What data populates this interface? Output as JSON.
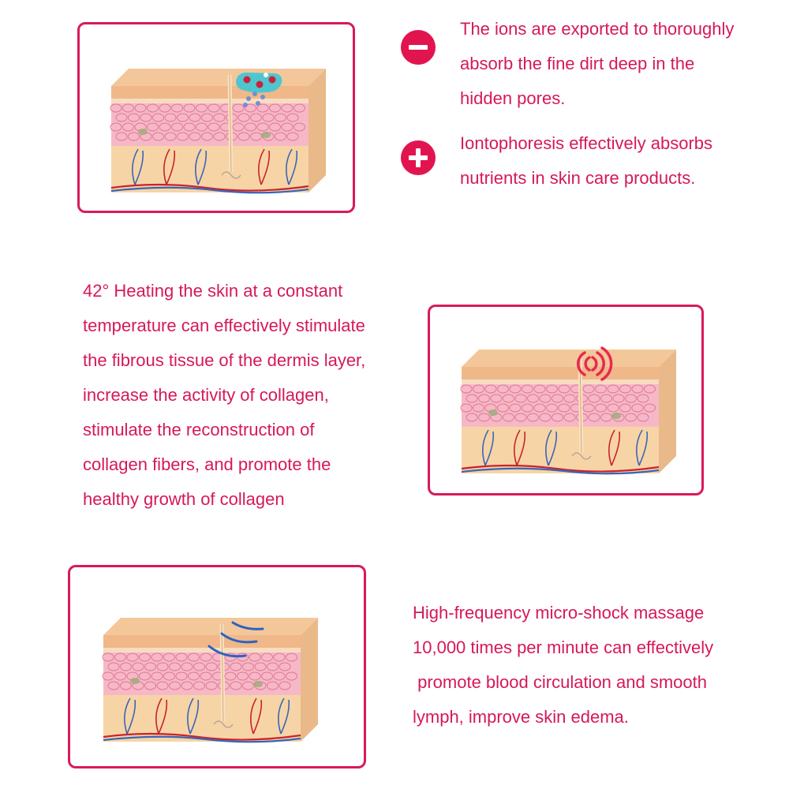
{
  "palette": {
    "accent": "#d9195c",
    "text": "#d6185a",
    "sign": "#e2144f",
    "epidermis": "#f0b888",
    "dermis": "#f6b8c6",
    "cell_line": "#e07a96",
    "subcutis": "#f7d4a6",
    "artery": "#c8232c",
    "vein": "#3a66b8",
    "ion_cyan": "#4fc6cf",
    "ion_red": "#c8233c",
    "ion_blue": "#6f8fd4",
    "heat_wave": "#e8294e",
    "shock_wave": "#2c62c2"
  },
  "sections": [
    {
      "id": "ion",
      "icons": [
        "ion-droplet-icon",
        "minus-icon",
        "plus-icon"
      ],
      "items": [
        {
          "sign": "minus",
          "text": "The ions are exported to thoroughly\nabsorb the fine dirt deep in the\nhidden pores."
        },
        {
          "sign": "plus",
          "text": "Iontophoresis effectively absorbs\nnutrients in skin care products."
        }
      ]
    },
    {
      "id": "heating",
      "icons": [
        "heat-wave-icon"
      ],
      "text": "42° Heating the skin at a constant\ntemperature can effectively stimulate\nthe fibrous tissue of the dermis layer,\nincrease the activity of collagen,\nstimulate the reconstruction of\ncollagen fibers, and promote the\nhealthy growth of collagen"
    },
    {
      "id": "massage",
      "icons": [
        "vibration-wave-icon"
      ],
      "text": "High-frequency micro-shock massage\n10,000 times per minute can effectively\n promote blood circulation and smooth\nlymph, improve skin edema."
    }
  ]
}
